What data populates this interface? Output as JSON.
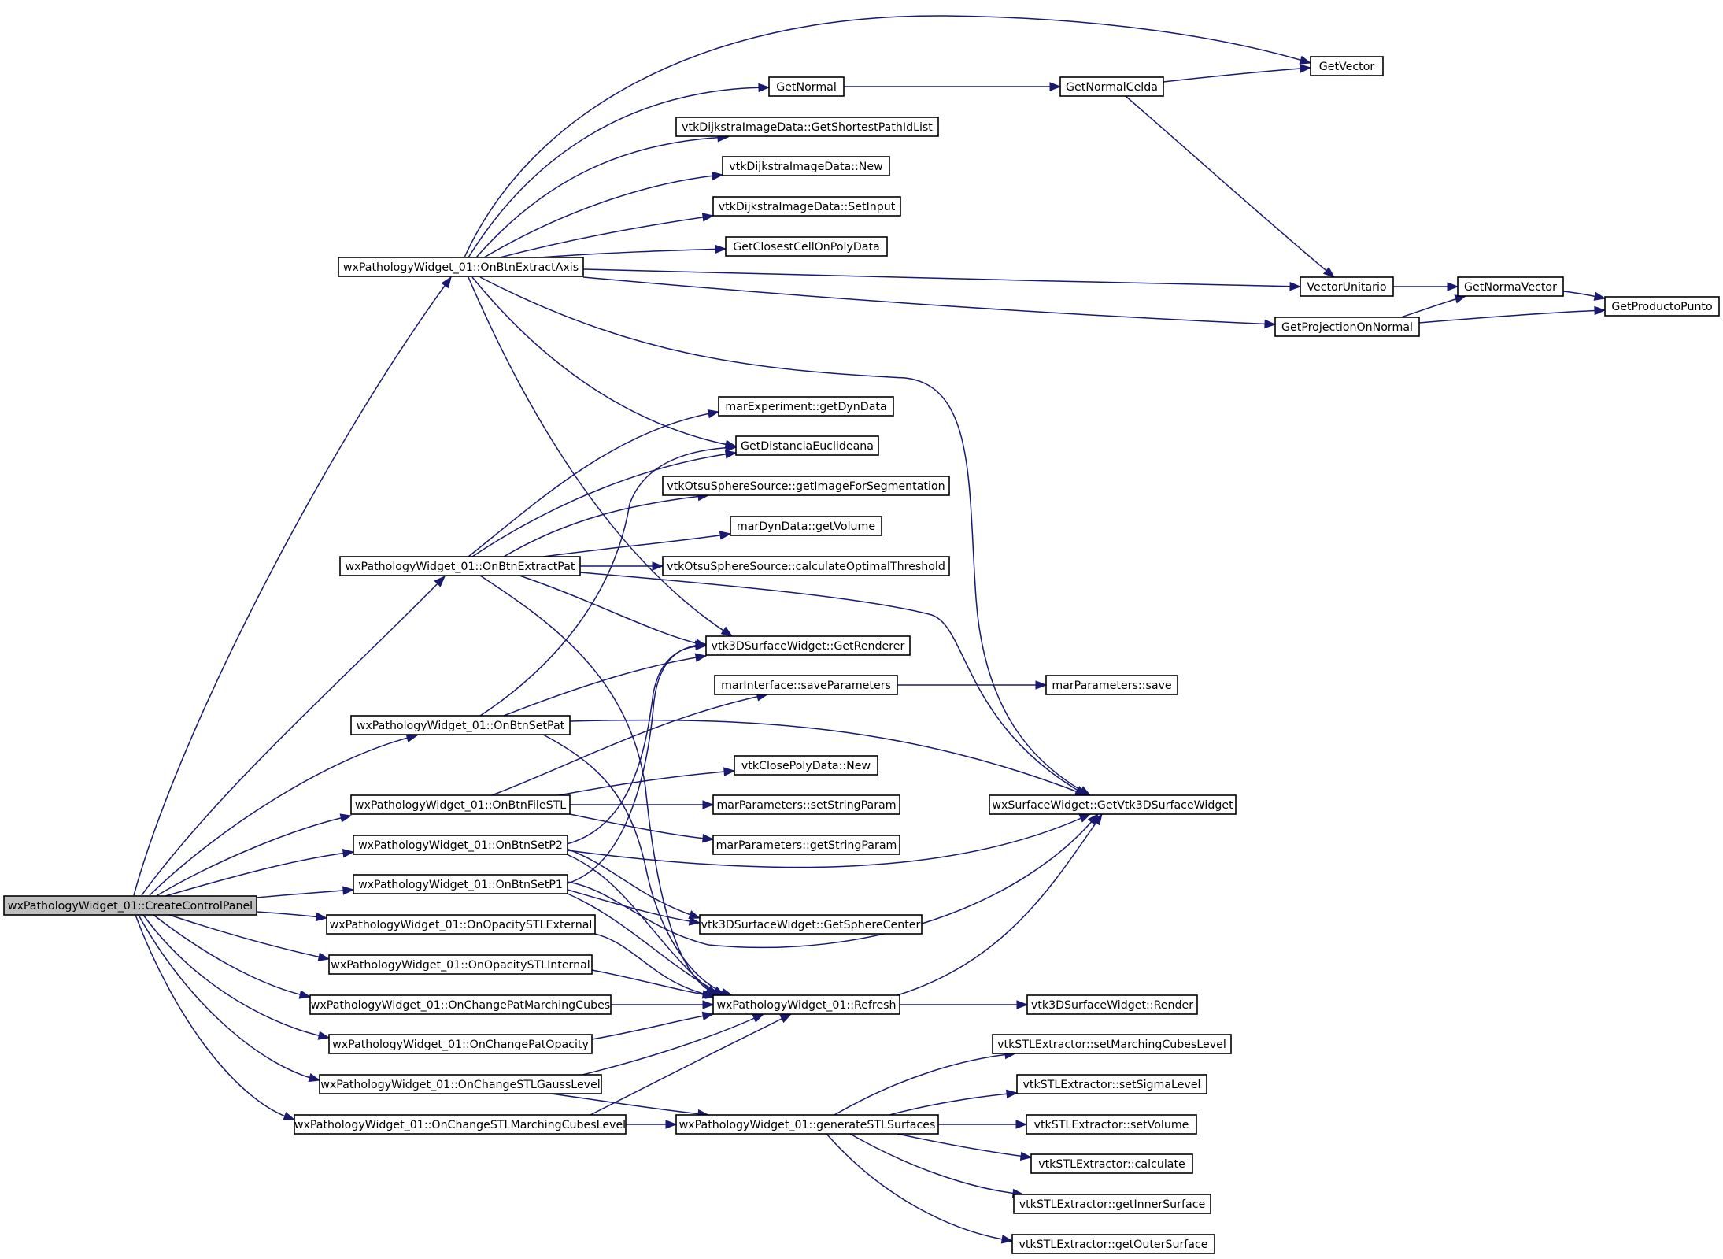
{
  "graph": {
    "nodes": {
      "create": "wxPathologyWidget_01::CreateControlPanel",
      "axis": "wxPathologyWidget_01::OnBtnExtractAxis",
      "extpat": "wxPathologyWidget_01::OnBtnExtractPat",
      "setpat": "wxPathologyWidget_01::OnBtnSetPat",
      "filestl": "wxPathologyWidget_01::OnBtnFileSTL",
      "setp2": "wxPathologyWidget_01::OnBtnSetP2",
      "setp1": "wxPathologyWidget_01::OnBtnSetP1",
      "opext": "wxPathologyWidget_01::OnOpacitySTLExternal",
      "opint": "wxPathologyWidget_01::OnOpacitySTLInternal",
      "chmc": "wxPathologyWidget_01::OnChangePatMarchingCubes",
      "chop": "wxPathologyWidget_01::OnChangePatOpacity",
      "chgauss": "wxPathologyWidget_01::OnChangeSTLGaussLevel",
      "chstlmc": "wxPathologyWidget_01::OnChangeSTLMarchingCubesLevel",
      "getnormal": "GetNormal",
      "shortest": "vtkDijkstraImageData::GetShortestPathIdList",
      "dijnew": "vtkDijkstraImageData::New",
      "dijset": "vtkDijkstraImageData::SetInput",
      "closest": "GetClosestCellOnPolyData",
      "getdyn": "marExperiment::getDynData",
      "euclid": "GetDistanciaEuclideana",
      "otsuimg": "vtkOtsuSphereSource::getImageForSegmentation",
      "getvol": "marDynData::getVolume",
      "otsuthr": "vtkOtsuSphereSource::calculateOptimalThreshold",
      "renderer": "vtk3DSurfaceWidget::GetRenderer",
      "savepar": "marInterface::saveParameters",
      "closenew": "vtkClosePolyData::New",
      "setstr": "marParameters::setStringParam",
      "getstr": "marParameters::getStringParam",
      "sphere": "vtk3DSurfaceWidget::GetSphereCenter",
      "refresh": "wxPathologyWidget_01::Refresh",
      "genstl": "wxPathologyWidget_01::generateSTLSurfaces",
      "getnormalcelda": "GetNormalCelda",
      "getvector": "GetVector",
      "vunit": "VectorUnitario",
      "proj": "GetProjectionOnNormal",
      "normav": "GetNormaVector",
      "prodpt": "GetProductoPunto",
      "parsave": "marParameters::save",
      "getvtk3d": "wxSurfaceWidget::GetVtk3DSurfaceWidget",
      "render": "vtk3DSurfaceWidget::Render",
      "setmcl": "vtkSTLExtractor::setMarchingCubesLevel",
      "setsigma": "vtkSTLExtractor::setSigmaLevel",
      "setvol": "vtkSTLExtractor::setVolume",
      "calc": "vtkSTLExtractor::calculate",
      "inner": "vtkSTLExtractor::getInnerSurface",
      "outer": "vtkSTLExtractor::getOuterSurface"
    },
    "root_fill": "#bfbfbf",
    "edge_color": "#191970"
  }
}
